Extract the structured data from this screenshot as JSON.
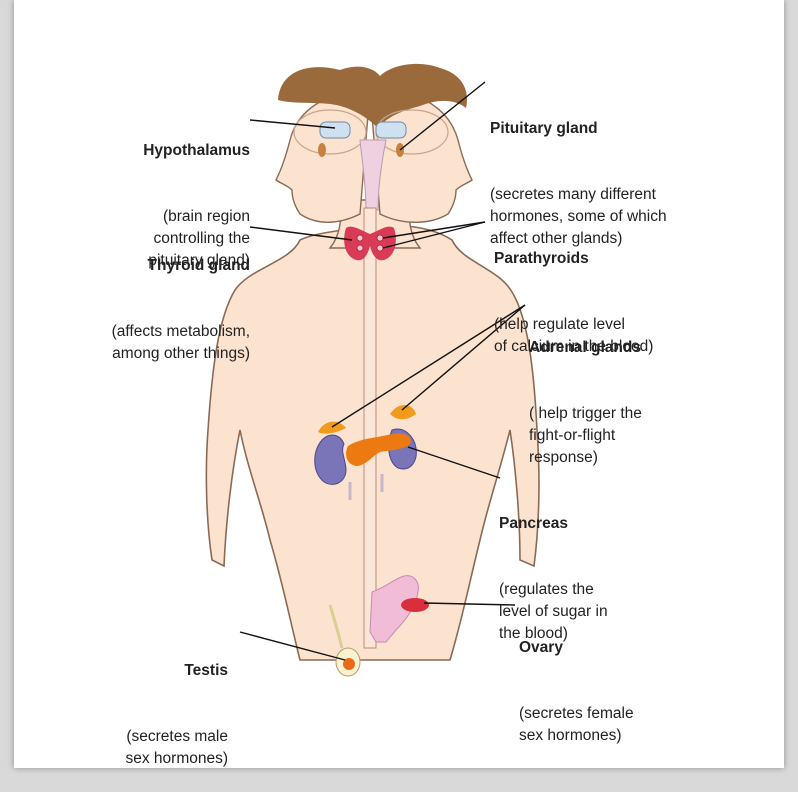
{
  "labels": {
    "hypothalamus": {
      "title": "Hypothalamus",
      "desc": "(brain region\ncontrolling the\npituitary gland)"
    },
    "pituitary": {
      "title": "Pituitary gland",
      "desc": "(secretes many different\nhormones, some of which\naffect other glands)"
    },
    "thyroid": {
      "title": "Thyroid gland",
      "desc": "(affects metabolism,\namong other things)"
    },
    "parathyroids": {
      "title": "Parathyroids",
      "desc": "(help regulate level\nof calcium in the blood)"
    },
    "adrenal": {
      "title": "Adrenal glands",
      "desc": "( help trigger the\nfight-or-flight\nresponse)"
    },
    "pancreas": {
      "title": "Pancreas",
      "desc": "(regulates the\nlevel of sugar in\nthe blood)"
    },
    "ovary": {
      "title": "Ovary",
      "desc": "(secretes female\nsex hormones)"
    },
    "testis": {
      "title": "Testis",
      "desc": "(secretes male\nsex hormones)"
    }
  },
  "colors": {
    "skin": "#fbe3d0",
    "outline": "#8a6a55",
    "hair": "#9b6a3c",
    "thyroid": "#d93a55",
    "adrenal": "#f29a1a",
    "pancreas": "#ec7a10",
    "kidney": "#7a74b8",
    "ovary": "#d92e3c",
    "uterus": "#f0bcd6",
    "testis": "#e86a18",
    "leader": "#111111"
  }
}
